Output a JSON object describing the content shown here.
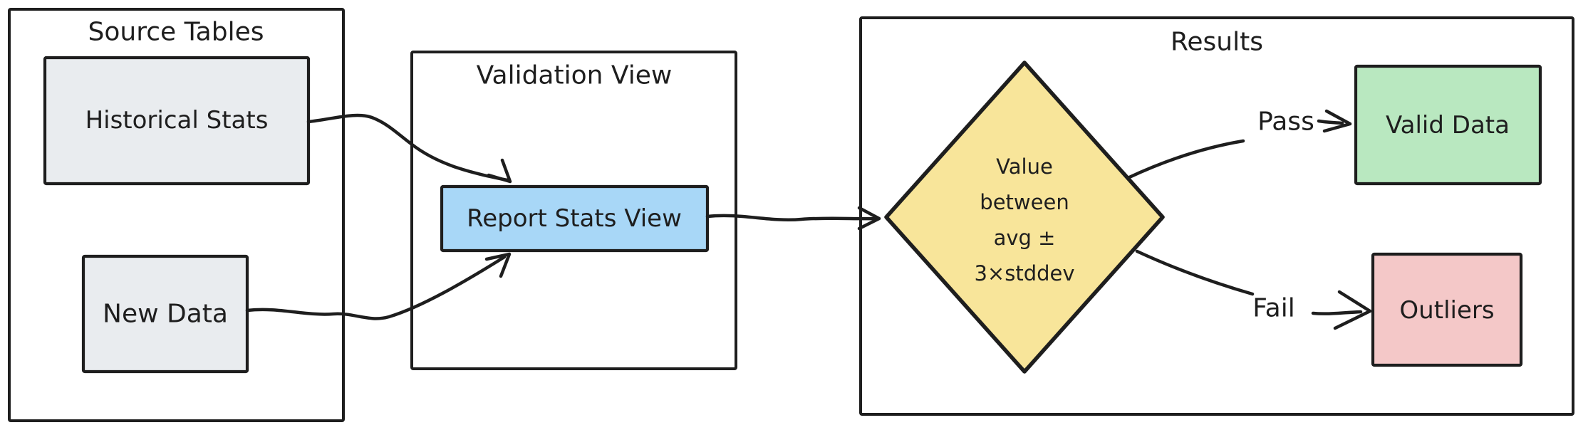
{
  "diagram": {
    "colors": {
      "stroke": "#1e1e1e",
      "background": "#ffffff",
      "gray_fill": "#e9ecef",
      "blue_fill": "#a8d7f7",
      "yellow_fill": "#f8e59a",
      "green_fill": "#b9e8c0",
      "pink_fill": "#f4c8c8"
    },
    "containers": [
      {
        "id": "source-tables",
        "title": "Source Tables"
      },
      {
        "id": "validation-view",
        "title": "Validation View"
      },
      {
        "id": "results",
        "title": "Results"
      }
    ],
    "nodes": [
      {
        "id": "historical-stats",
        "label": "Historical Stats",
        "fill": "#e9ecef",
        "shape": "rectangle"
      },
      {
        "id": "new-data",
        "label": "New Data",
        "fill": "#e9ecef",
        "shape": "rectangle"
      },
      {
        "id": "report-stats-view",
        "label": "Report Stats View",
        "fill": "#a8d7f7",
        "shape": "rectangle"
      },
      {
        "id": "decision",
        "lines": [
          "Value",
          "between",
          "avg ±",
          "3×stddev"
        ],
        "fill": "#f8e59a",
        "shape": "diamond"
      },
      {
        "id": "valid-data",
        "label": "Valid Data",
        "fill": "#b9e8c0",
        "shape": "rectangle"
      },
      {
        "id": "outliers",
        "label": "Outliers",
        "fill": "#f4c8c8",
        "shape": "rectangle"
      }
    ],
    "edge_labels": {
      "pass": "Pass",
      "fail": "Fail"
    }
  }
}
